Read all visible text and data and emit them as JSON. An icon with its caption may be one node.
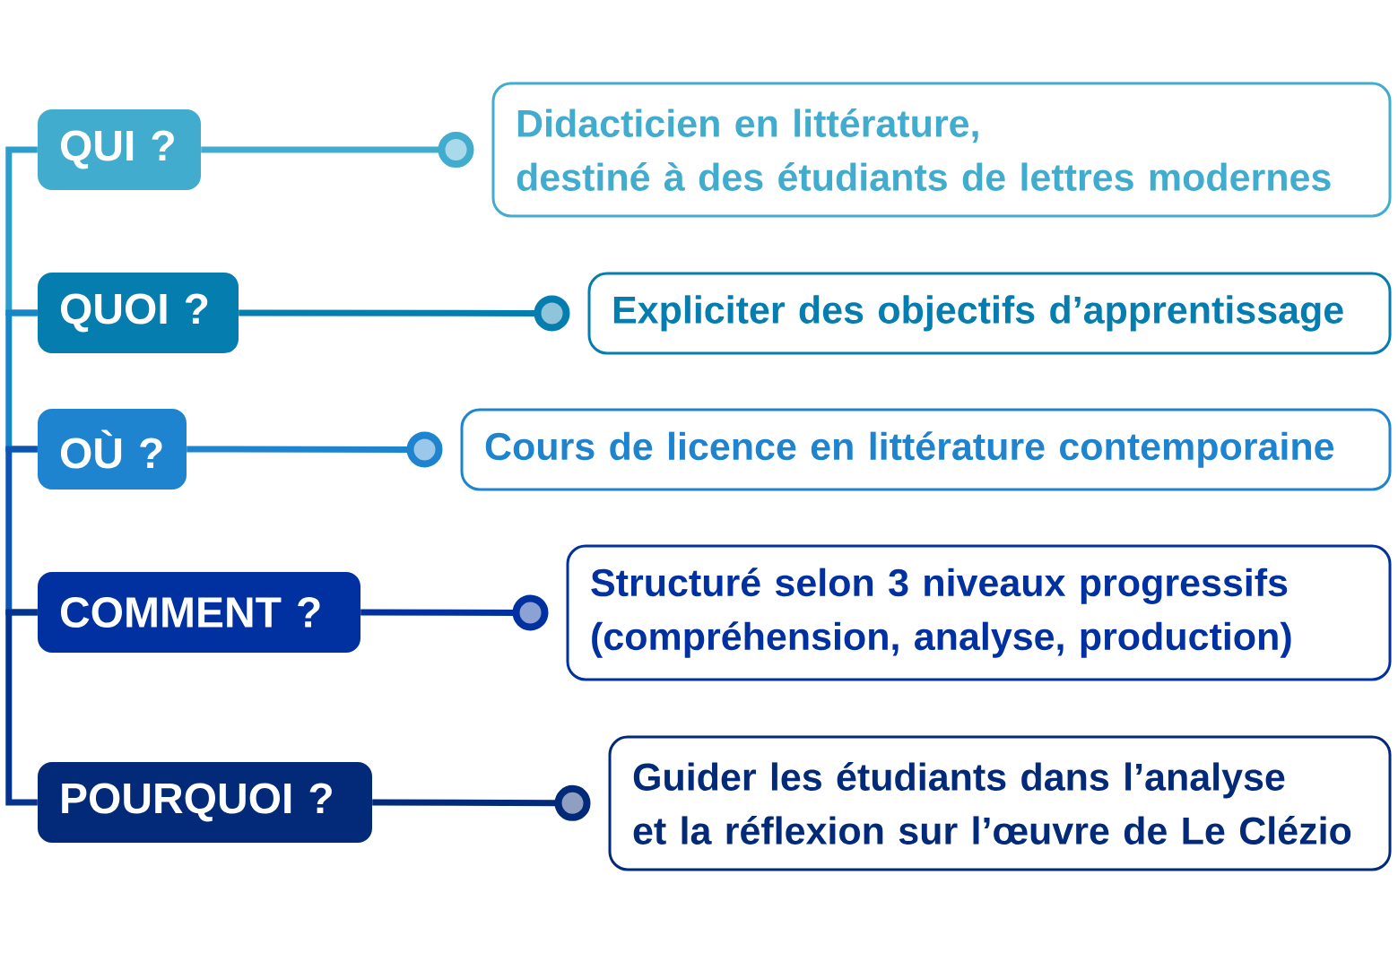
{
  "diagram": {
    "nodes": [
      {
        "text": [
          "QUI ?"
        ]
      },
      {
        "text": [
          "Didacticien en littérature, destiné à des étudiants de lettres modernes"
        ]
      },
      {
        "text": [
          "QUOI ?"
        ]
      },
      {
        "text": [
          "Expliciter des objectifs d’apprentissage"
        ]
      },
      {
        "text": [
          "OÙ ?"
        ]
      },
      {
        "text": [
          "Cours de licence en littérature contemporaine"
        ]
      },
      {
        "text": [
          "COMMENT ?"
        ]
      },
      {
        "text": [
          "Structuré selon 3 niveaux progressifs (compréhension, analyse, production)"
        ]
      },
      {
        "text": [
          "POURQUOI ?"
        ]
      },
      {
        "text": [
          "Guider les étudiants dans l’analyse et la réflexion sur l’œuvre de Le Clézio"
        ]
      }
    ],
    "edges": [
      {
        "from": 0,
        "to": 1,
        "arrow": "other",
        "color": "#42acce"
      },
      {
        "from": 2,
        "to": 3,
        "arrow": "other",
        "color": "#057daf"
      },
      {
        "from": 4,
        "to": 5,
        "arrow": "other",
        "color": "#1f84d0"
      },
      {
        "from": 6,
        "to": 7,
        "arrow": "other",
        "color": "#0131a0"
      },
      {
        "from": 8,
        "to": 9,
        "arrow": "other",
        "color": "#032a78"
      },
      {
        "from": 0,
        "to": 2,
        "arrow": "none",
        "color": "#2d9ecb"
      },
      {
        "from": 2,
        "to": 4,
        "arrow": "none",
        "color": "#1686c6"
      },
      {
        "from": 4,
        "to": 6,
        "arrow": "none",
        "color": "#0d55b5"
      },
      {
        "from": 6,
        "to": 8,
        "arrow": "none",
        "color": "#04338f"
      }
    ]
  }
}
